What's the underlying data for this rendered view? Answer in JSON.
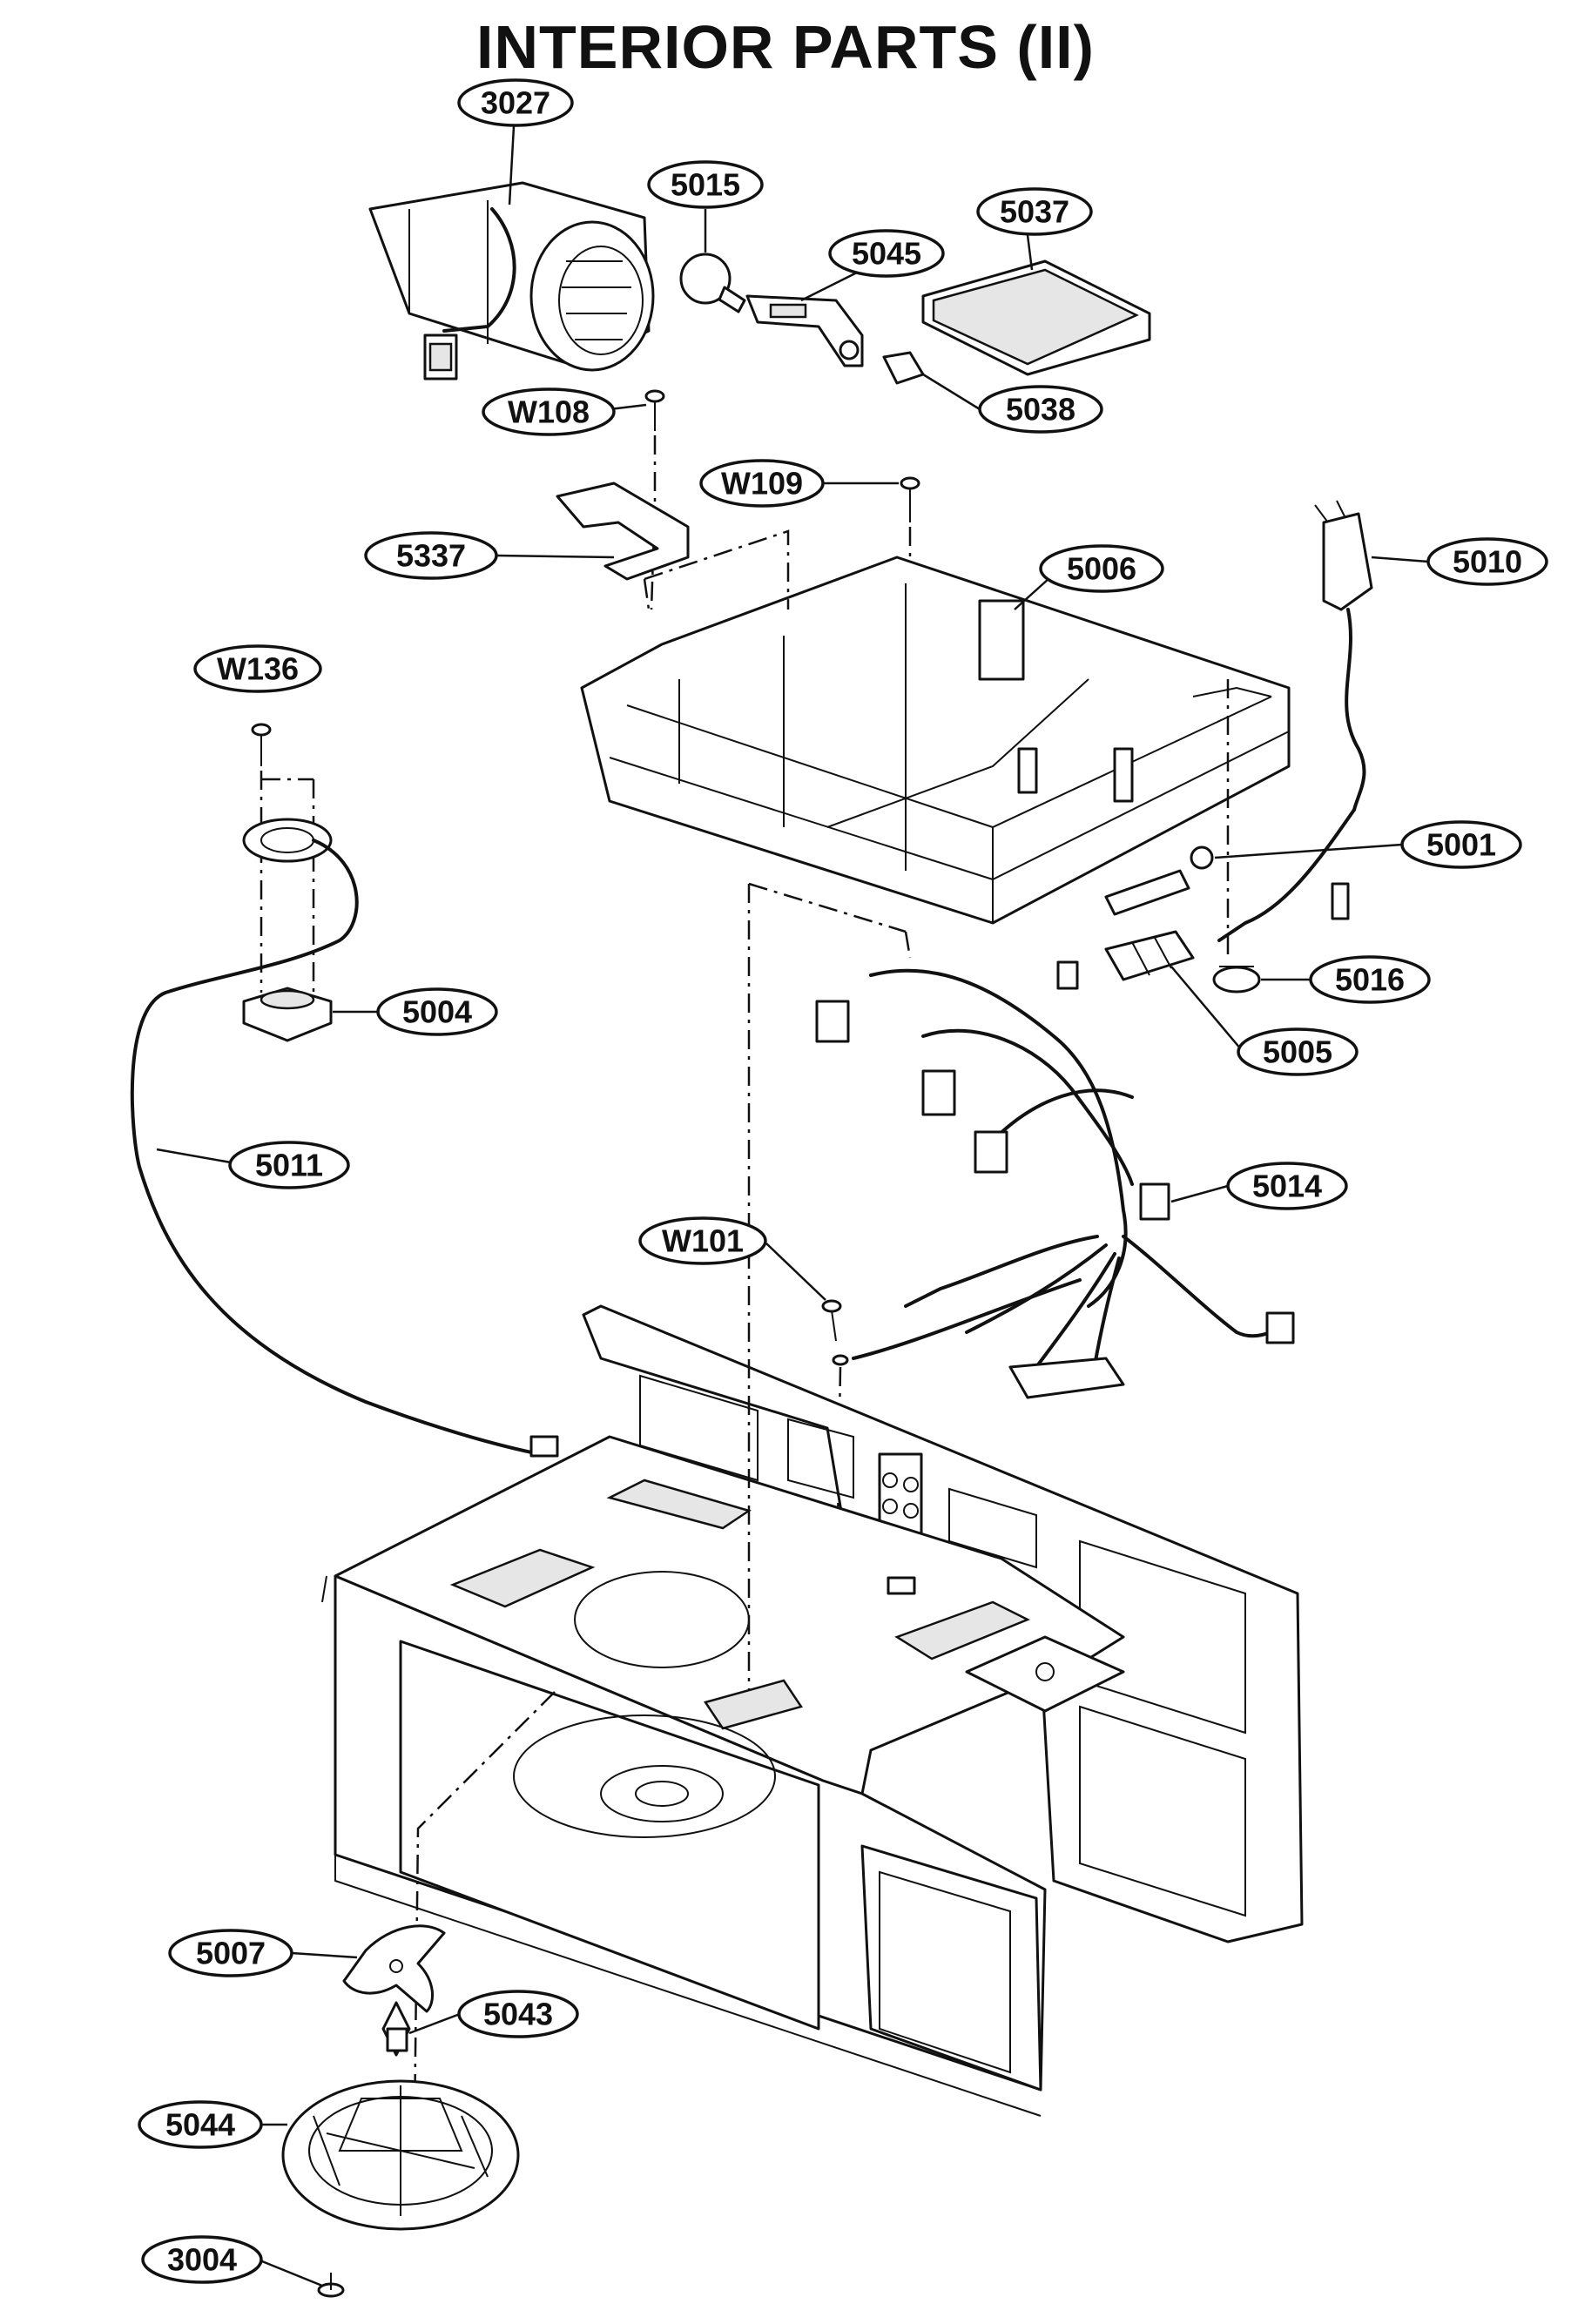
{
  "title": "INTERIOR PARTS (II)",
  "callouts": [
    {
      "label": "3027"
    },
    {
      "label": "5015"
    },
    {
      "label": "5045"
    },
    {
      "label": "5037"
    },
    {
      "label": "5038"
    },
    {
      "label": "W108"
    },
    {
      "label": "W109"
    },
    {
      "label": "5337"
    },
    {
      "label": "5006"
    },
    {
      "label": "5010"
    },
    {
      "label": "W136"
    },
    {
      "label": "5001"
    },
    {
      "label": "5016"
    },
    {
      "label": "5004"
    },
    {
      "label": "5005"
    },
    {
      "label": "5011"
    },
    {
      "label": "5014"
    },
    {
      "label": "W101"
    },
    {
      "label": "5007"
    },
    {
      "label": "5043"
    },
    {
      "label": "5044"
    },
    {
      "label": "3004"
    }
  ]
}
